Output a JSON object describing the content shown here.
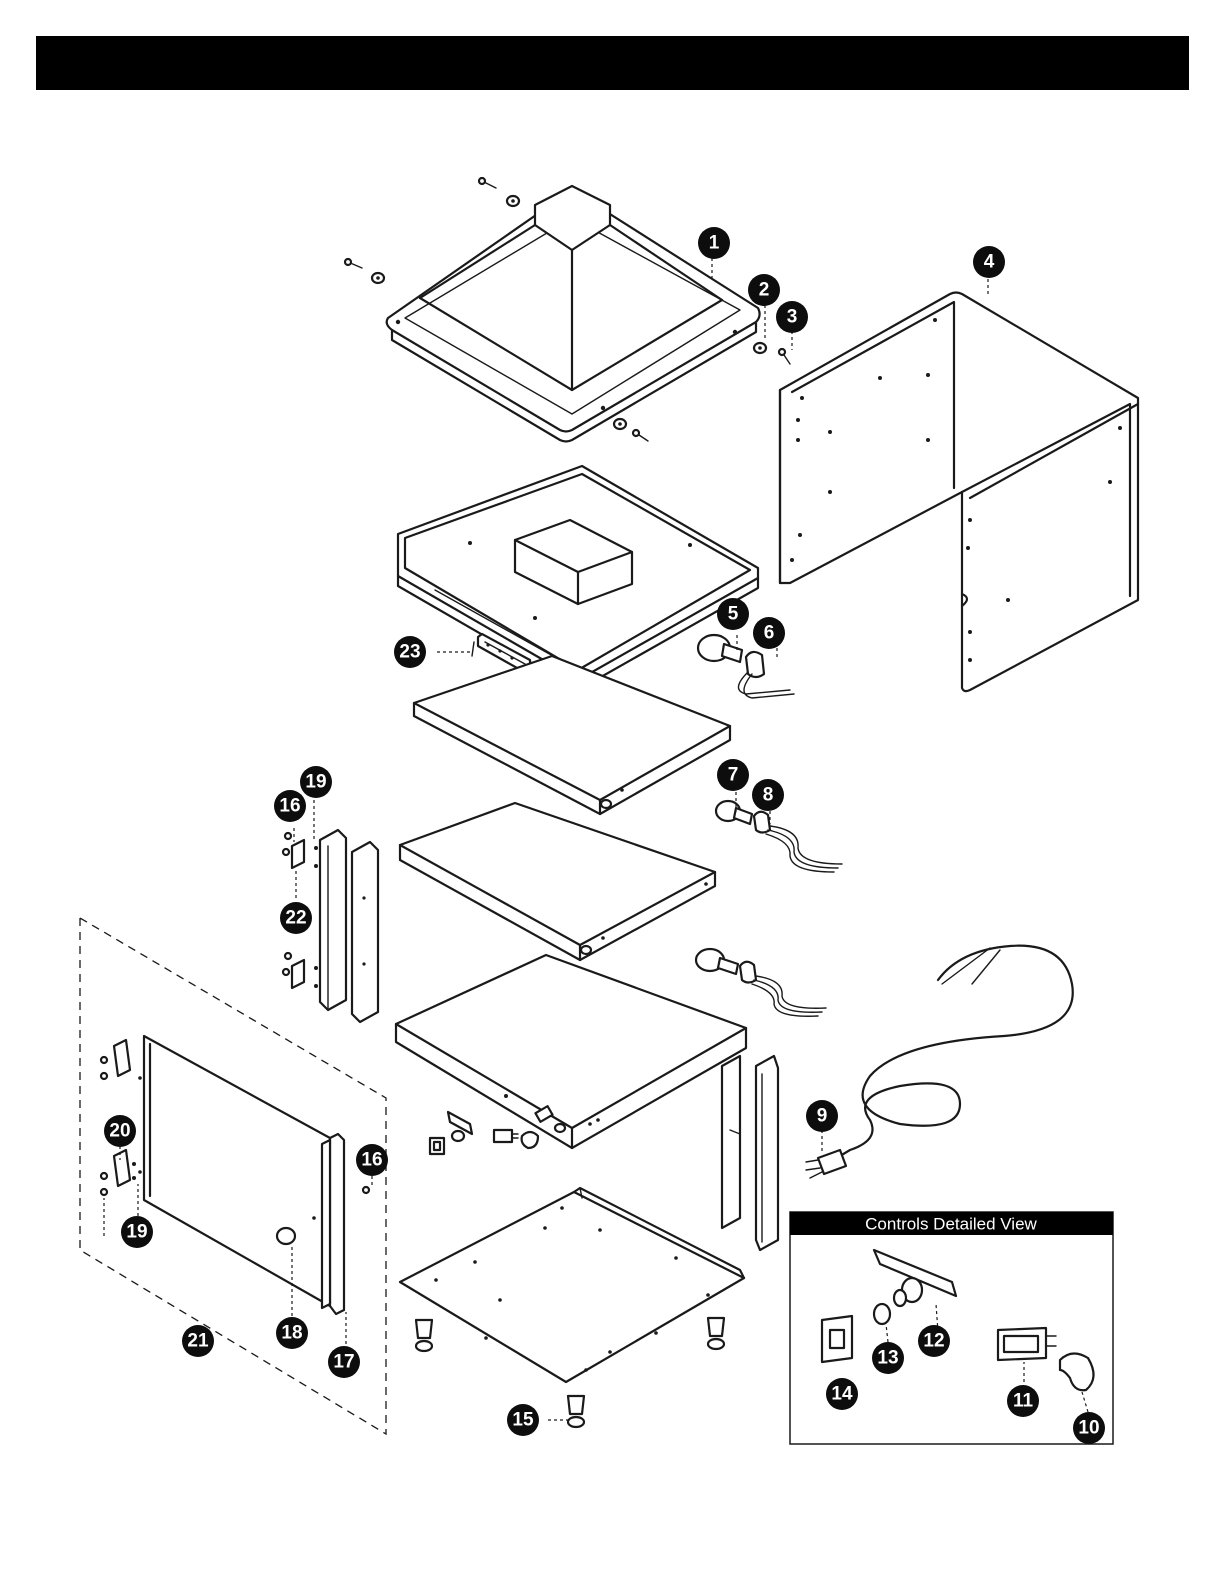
{
  "header": {
    "title": ""
  },
  "callouts": [
    "1",
    "2",
    "3",
    "4",
    "5",
    "6",
    "7",
    "8",
    "9",
    "10",
    "11",
    "12",
    "13",
    "14",
    "15",
    "16",
    "16",
    "17",
    "18",
    "19",
    "19",
    "20",
    "21",
    "22",
    "23"
  ],
  "inset": {
    "title": "Controls Detailed View"
  },
  "colors": {
    "ink": "#000000",
    "background": "#ffffff"
  }
}
